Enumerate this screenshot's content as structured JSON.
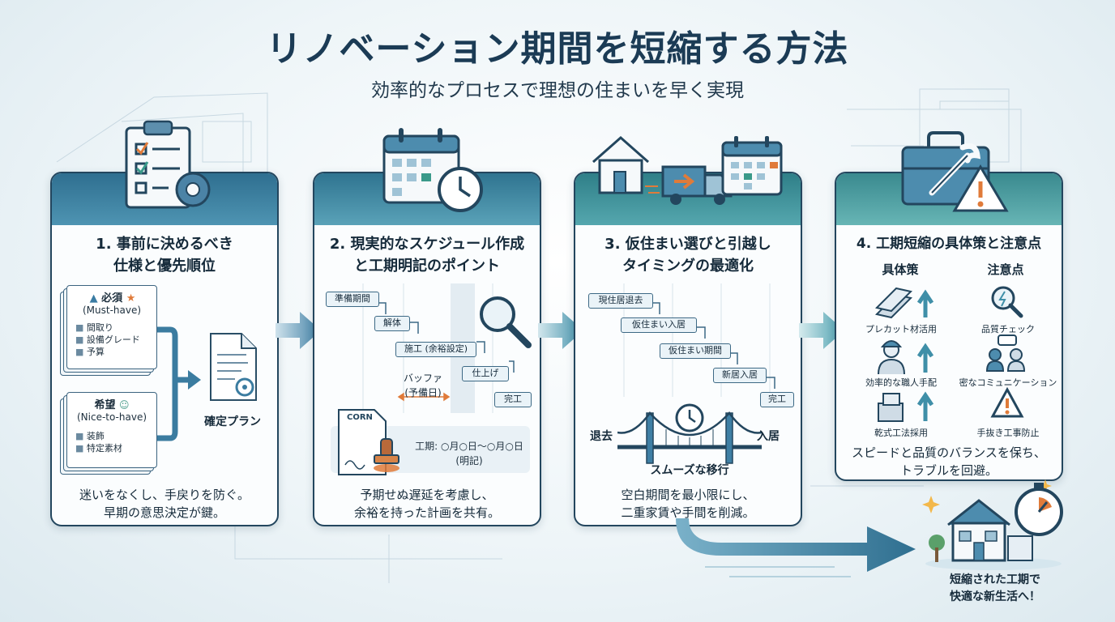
{
  "header": {
    "title": "リノベーション期間を短縮する方法",
    "subtitle": "効率的なプロセスで理想の住まいを早く実現"
  },
  "cards": [
    {
      "title_line1": "1. 事前に決めるべき",
      "title_line2": "仕様と優先順位",
      "must": {
        "label": "必須",
        "sub": "(Must-have)",
        "items": [
          "間取り",
          "設備グレード",
          "予算"
        ]
      },
      "nice": {
        "label": "希望",
        "sub": "(Nice-to-have)",
        "items": [
          "装飾",
          "特定素材"
        ]
      },
      "result": "確定プラン",
      "footer_line1": "迷いをなくし、手戻りを防ぐ。",
      "footer_line2": "早期の意思決定が鍵。"
    },
    {
      "title_line1": "2. 現実的なスケジュール作成",
      "title_line2": "と工期明記のポイント",
      "bars": [
        "準備期間",
        "解体",
        "施工 (余裕設定)",
        "仕上げ",
        "完工"
      ],
      "buffer_line1": "バッファ",
      "buffer_line2": "(予備日)",
      "doc_label": "CORN",
      "contract_line1": "工期: ○月○日〜○月○日",
      "contract_line2": "(明記)",
      "footer_line1": "予期せぬ遅延を考慮し、",
      "footer_line2": "余裕を持った計画を共有。"
    },
    {
      "title_line1": "3. 仮住まい選びと引越し",
      "title_line2": "タイミングの最適化",
      "bars": [
        "現住居退去",
        "仮住まい入居",
        "仮住まい期間",
        "新居入居",
        "完工"
      ],
      "bridge_left": "退去",
      "bridge_right": "入居",
      "bridge_caption": "スムーズな移行",
      "footer_line1": "空白期間を最小限にし、",
      "footer_line2": "二重家賃や手間を削減。"
    },
    {
      "title": "4. 工期短縮の具体策と注意点",
      "col_left": "具体策",
      "col_right": "注意点",
      "left_items": [
        "プレカット材活用",
        "効率的な職人手配",
        "乾式工法採用"
      ],
      "right_items": [
        "品質チェック",
        "密なコミュニケーション",
        "手抜き工事防止"
      ],
      "footer_line1": "スピードと品質のバランスを保ち、",
      "footer_line2": "トラブルを回避。"
    }
  ],
  "goal": {
    "line1": "短縮された工期で",
    "line2": "快適な新生活へ！"
  },
  "colors": {
    "navy": "#1b3b55",
    "accent_orange": "#e07b3a",
    "teal": "#3f8fa8"
  }
}
